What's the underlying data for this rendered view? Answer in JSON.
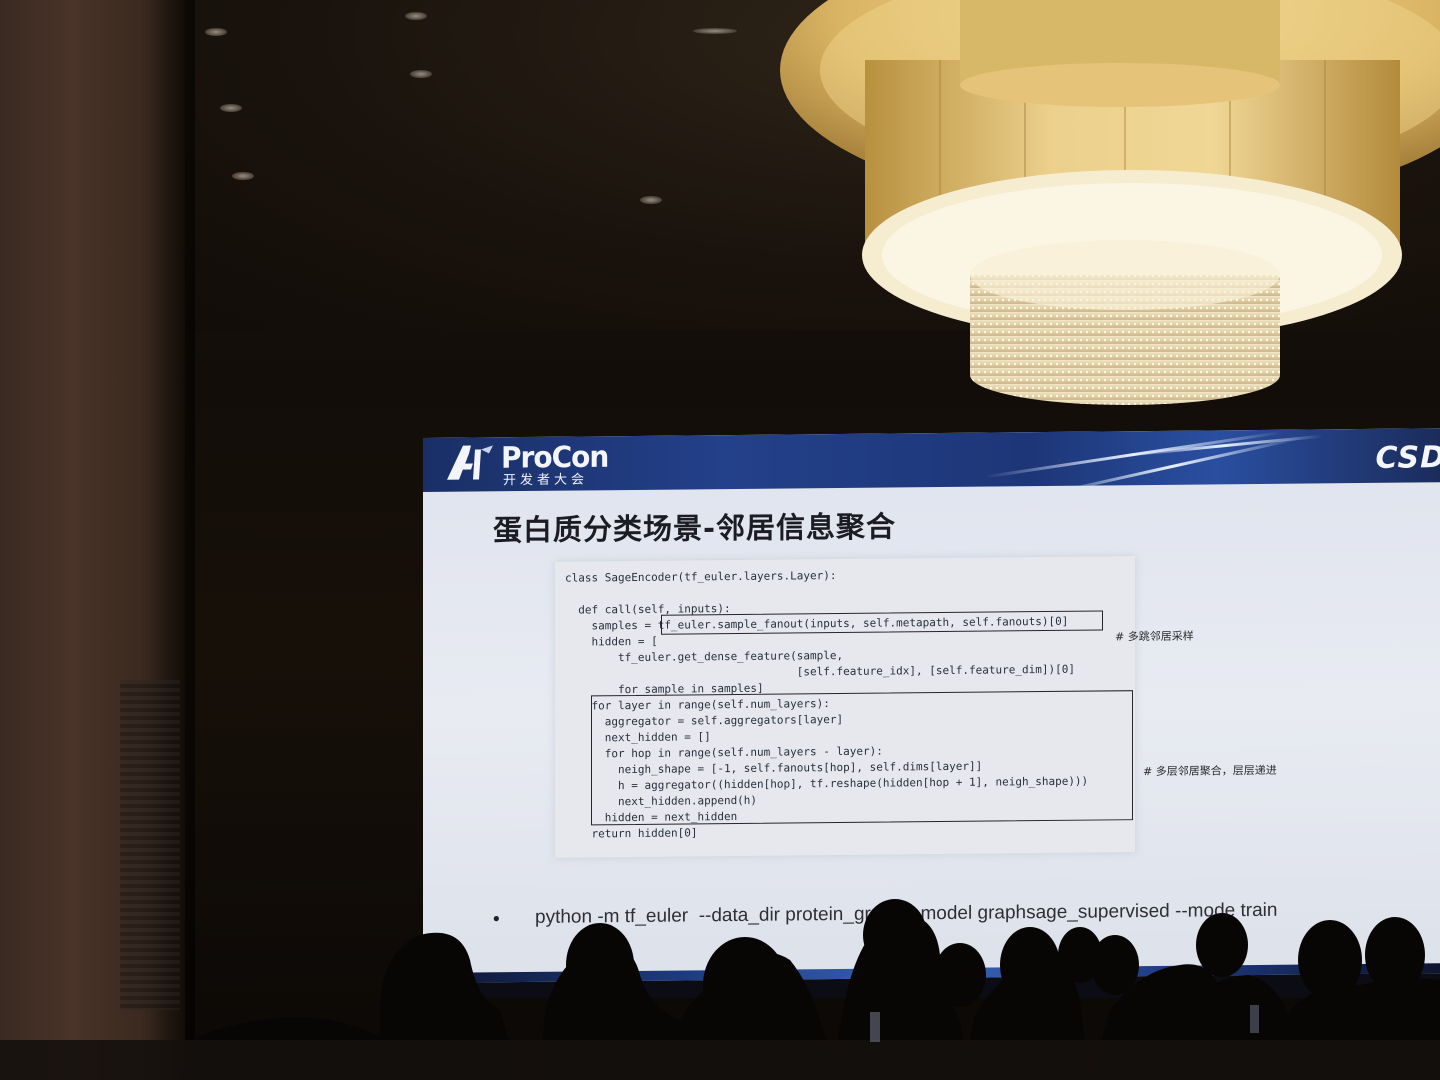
{
  "slide": {
    "logo_brand": "ProCon",
    "logo_subtitle": "开发者大会",
    "logo_partner": "CSD",
    "title": "蛋白质分类场景-邻居信息聚合",
    "code_lines": [
      "class SageEncoder(tf_euler.layers.Layer):",
      "",
      "  def call(self, inputs):",
      "    samples = tf_euler.sample_fanout(inputs, self.metapath, self.fanouts)[0]",
      "    hidden = [",
      "        tf_euler.get_dense_feature(sample,",
      "                                   [self.feature_idx], [self.feature_dim])[0]",
      "        for sample in samples]",
      "    for layer in range(self.num_layers):",
      "      aggregator = self.aggregators[layer]",
      "      next_hidden = []",
      "      for hop in range(self.num_layers - layer):",
      "        neigh_shape = [-1, self.fanouts[hop], self.dims[layer]]",
      "        h = aggregator((hidden[hop], tf.reshape(hidden[hop + 1], neigh_shape)))",
      "        next_hidden.append(h)",
      "      hidden = next_hidden",
      "    return hidden[0]"
    ],
    "comment_sampling": "# 多跳邻居采样",
    "comment_aggregation": "# 多层邻居聚合，层层递进",
    "bullet_text": "python -m tf_euler  --data_dir protein_graph --model graphsage_supervised --mode train"
  },
  "colors": {
    "slide_background": "#e4e7ef",
    "header_blue": "#23408a",
    "chandelier_glow": "#e8c877",
    "room_dark": "#120d09"
  }
}
